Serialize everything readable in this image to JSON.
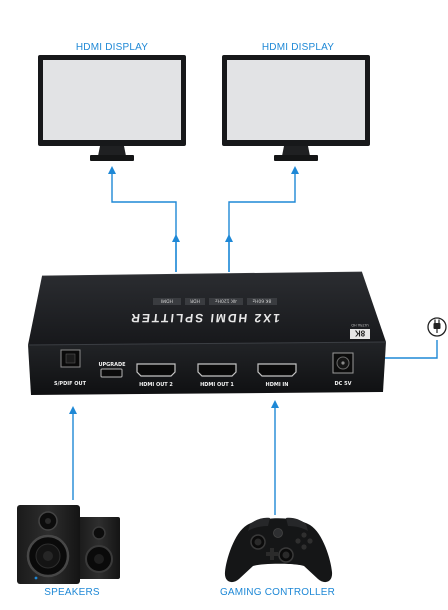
{
  "colors": {
    "accent": "#1e88d6",
    "device_body": "#1d1f22",
    "screen": "#e2e3e5",
    "label_text": "#f2f2f2"
  },
  "displays": [
    {
      "label": "HDMI DISPLAY"
    },
    {
      "label": "HDMI DISPLAY"
    }
  ],
  "splitter": {
    "top_title": "1X2 HDMI SPLITTER",
    "top_features": [
      "8K 60Hz",
      "4K 120Hz",
      "HDR",
      "HDMI"
    ],
    "badge_main": "8K",
    "badge_sub": "ULTRA HD",
    "ports": {
      "spdif": "S/PDIF OUT",
      "upgrade": "UPGRADE",
      "out2": "HDMI OUT 2",
      "out1": "HDMI OUT 1",
      "in": "HDMI IN",
      "dc": "DC 5V"
    }
  },
  "peripherals": {
    "speakers": "SPEAKERS",
    "controller": "GAMING CONTROLLER"
  },
  "icons": {
    "power": "power-plug-icon"
  }
}
